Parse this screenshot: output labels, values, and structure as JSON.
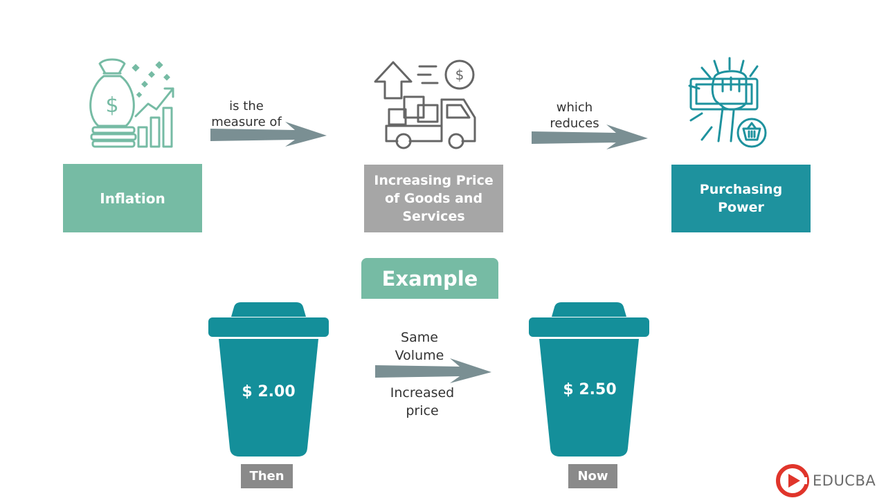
{
  "top_row": {
    "box1": "Inflation",
    "box2": "Increasing Price of Goods and Services",
    "box3": "Purchasing Power",
    "arrow1_label": "is the measure of",
    "arrow2_label": "which reduces"
  },
  "example": {
    "heading": "Example",
    "then_price": "$ 2.00",
    "now_price": "$ 2.50",
    "then_label": "Then",
    "now_label": "Now",
    "arrow_top": "Same Volume",
    "arrow_bottom": "Increased price"
  },
  "brand": {
    "name": "EDUCBA"
  },
  "colors": {
    "mint": "#76bba4",
    "gray_box": "#a6a6a6",
    "teal": "#1e929e",
    "cup": "#148f9a",
    "arrow": "#7a8f93",
    "tag": "#8a8a8a",
    "brand_red": "#e0352b"
  },
  "icons": {
    "inflation": "money-bag-growth-chart-icon",
    "prices": "delivery-truck-price-up-icon",
    "power": "hand-money-basket-icon"
  }
}
